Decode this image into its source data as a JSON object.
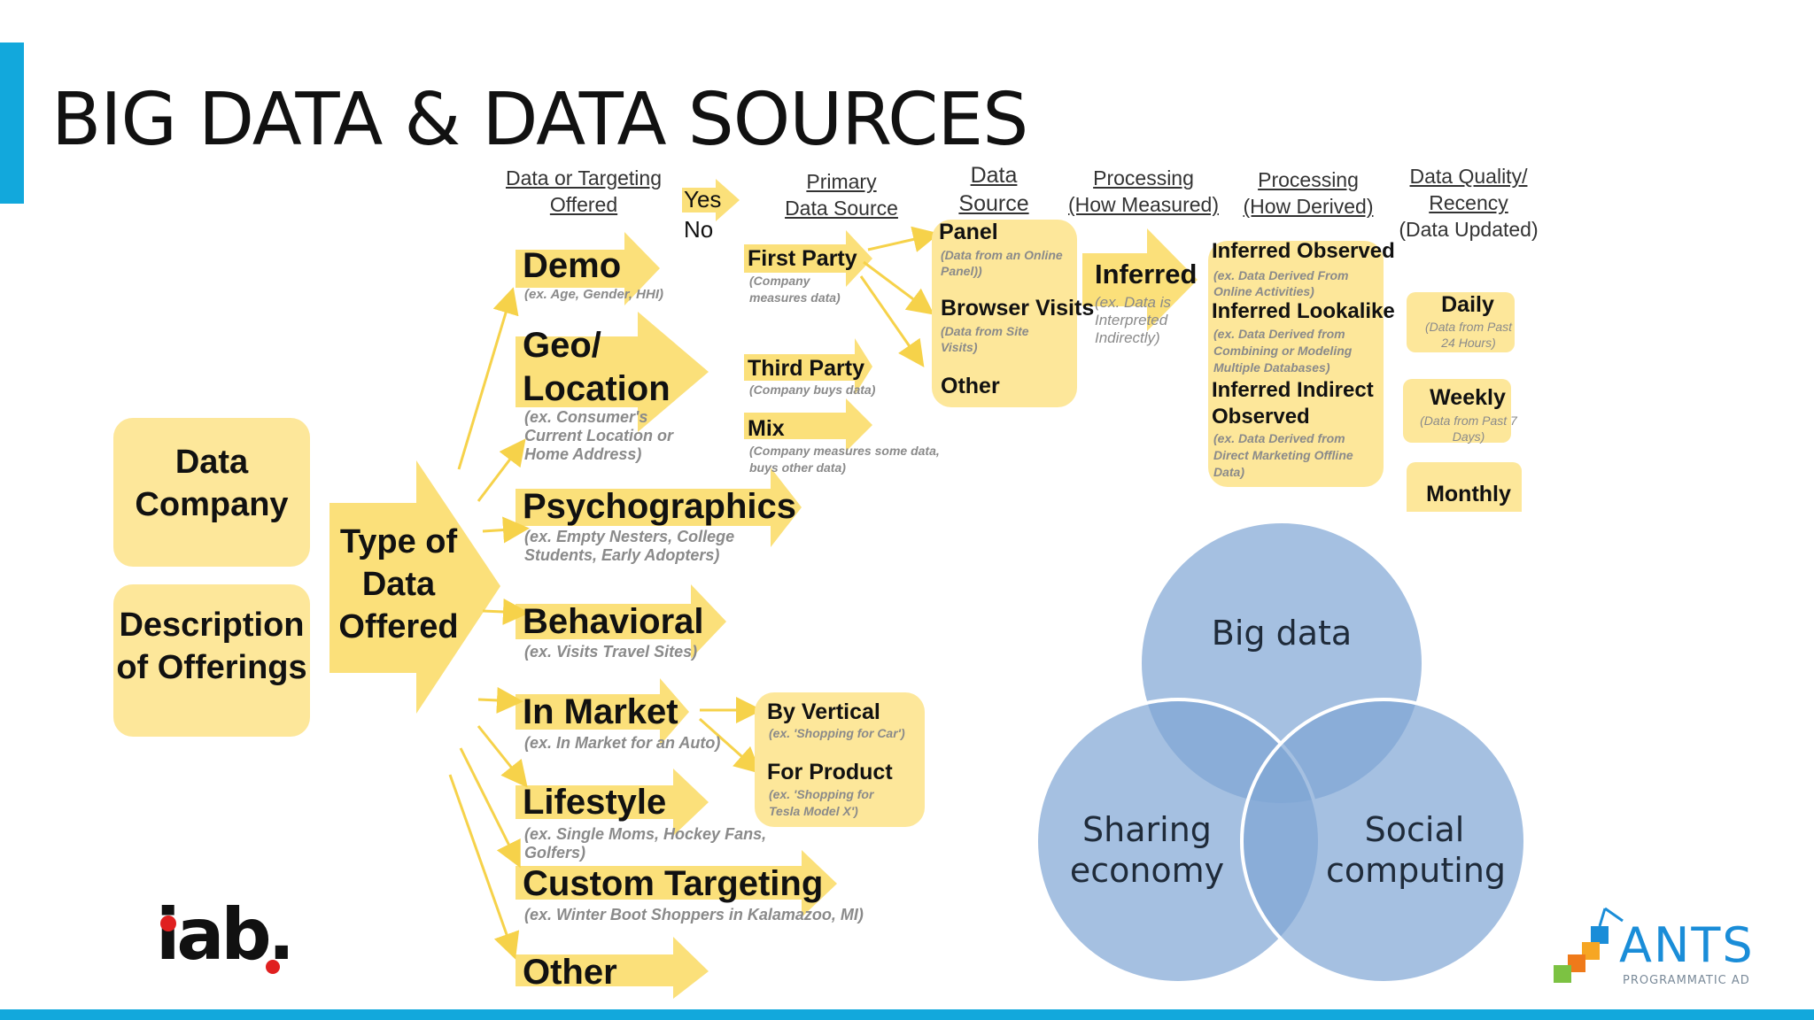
{
  "slide": {
    "title": "BIG DATA & DATA SOURCES",
    "accent_color": "#12a8dc",
    "highlight_color": "#fde79a",
    "arrow_color": "#fbe07a"
  },
  "headers": {
    "offered": [
      "Data or Targeting",
      "Offered"
    ],
    "yes": "Yes",
    "no": "No",
    "primary": [
      "Primary",
      "Data Source"
    ],
    "source": [
      "Data",
      "Source"
    ],
    "measured": [
      "Processing",
      "(How Measured)"
    ],
    "derived": [
      "Processing",
      "(How Derived)"
    ],
    "quality": [
      "Data Quality/",
      "Recency",
      "(Data Updated)"
    ]
  },
  "left": {
    "company": [
      "Data",
      "Company"
    ],
    "description": [
      "Description",
      "of Offerings"
    ],
    "type": [
      "Type of",
      "Data",
      "Offered"
    ]
  },
  "categories": [
    {
      "label": "Demo",
      "sub": "(ex. Age, Gender, HHI)"
    },
    {
      "label": "Geo/ Location",
      "sub": "(ex. Consumer's Current Location or Home Address)"
    },
    {
      "label": "Psychographics",
      "sub": "(ex. Empty Nesters, College Students, Early Adopters)"
    },
    {
      "label": "Behavioral",
      "sub": "(ex. Visits Travel Sites)"
    },
    {
      "label": "In Market",
      "sub": "(ex. In Market for an Auto)"
    },
    {
      "label": "Lifestyle",
      "sub": "(ex. Single Moms, Hockey Fans, Golfers)"
    },
    {
      "label": "Custom Targeting",
      "sub": "(ex. Winter Boot Shoppers in Kalamazoo, MI)"
    },
    {
      "label": "Other",
      "sub": ""
    }
  ],
  "primary_sources": [
    {
      "label": "First Party",
      "sub": "(Company measures data)"
    },
    {
      "label": "Third Party",
      "sub": "(Company buys data)"
    },
    {
      "label": "Mix",
      "sub": "(Company measures some data, buys other data)"
    }
  ],
  "data_sources": [
    {
      "label": "Panel",
      "sub": "(Data from an Online Panel))"
    },
    {
      "label": "Browser Visits",
      "sub": "(Data from Site Visits)"
    },
    {
      "label": "Other",
      "sub": ""
    }
  ],
  "in_market": [
    {
      "label": "By Vertical",
      "sub": "(ex. 'Shopping for Car')"
    },
    {
      "label": "For Product",
      "sub": "(ex. 'Shopping for Tesla Model X')"
    }
  ],
  "measured": {
    "label": "Inferred",
    "sub": "(ex. Data is Interpreted Indirectly)"
  },
  "derived": [
    {
      "label": "Inferred Observed",
      "sub": "(ex. Data Derived From Online Activities)"
    },
    {
      "label": "Inferred Lookalike",
      "sub": "(ex. Data Derived from Combining or Modeling Multiple Databases)"
    },
    {
      "label": "Inferred Indirect Observed",
      "sub": "(ex. Data Derived from Direct Marketing Offline Data)"
    }
  ],
  "recency": [
    {
      "label": "Daily",
      "sub": "(Data from Past 24 Hours)"
    },
    {
      "label": "Weekly",
      "sub": "(Data from Past 7 Days)"
    },
    {
      "label": "Monthly",
      "sub": ""
    }
  ],
  "venn": {
    "top": "Big data",
    "left": "Sharing economy",
    "right": "Social computing",
    "fill": "#7fa5d4",
    "outline": "#ffffff"
  },
  "logos": {
    "iab": "iab.",
    "ants": "ANTS",
    "ants_tag": "PROGRAMMATIC AD"
  }
}
